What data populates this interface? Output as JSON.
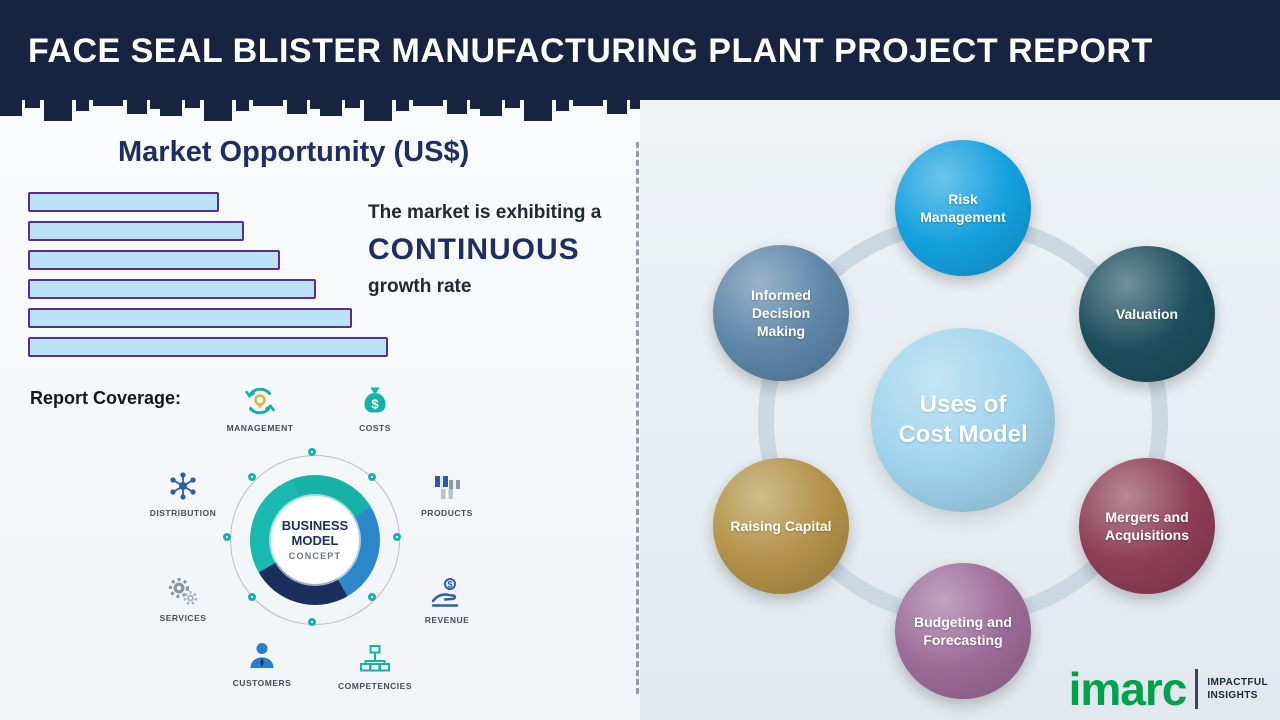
{
  "colors": {
    "header_bg": "#16243f",
    "bar_fill": "#b9e3f5",
    "bar_border": "#5b2d91",
    "ring": "#c9d8e3",
    "logo_green": "#00a14b"
  },
  "header": {
    "title": "FACE SEAL BLISTER MANUFACTURING PLANT PROJECT REPORT"
  },
  "left": {
    "section_title": "Market Opportunity (US$)",
    "growth": {
      "line1": "The market is exhibiting a",
      "emphasis": "CONTINUOUS",
      "line2": "growth rate"
    },
    "report_coverage_label": "Report Coverage:",
    "business_model": {
      "center_line1": "BUSINESS",
      "center_line2": "MODEL",
      "center_line3": "CONCEPT",
      "items": [
        {
          "label": "MANAGEMENT",
          "icon": "management-cycle-icon"
        },
        {
          "label": "COSTS",
          "icon": "money-bag-icon"
        },
        {
          "label": "DISTRIBUTION",
          "icon": "network-icon"
        },
        {
          "label": "PRODUCTS",
          "icon": "boxes-icon"
        },
        {
          "label": "SERVICES",
          "icon": "gears-icon"
        },
        {
          "label": "REVENUE",
          "icon": "hand-coin-icon"
        },
        {
          "label": "CUSTOMERS",
          "icon": "person-icon"
        },
        {
          "label": "COMPETENCIES",
          "icon": "org-chart-icon"
        }
      ]
    }
  },
  "chart_data": {
    "type": "bar",
    "orientation": "horizontal",
    "title": "Market Opportunity (US$)",
    "categories": [
      "bar1",
      "bar2",
      "bar3",
      "bar4",
      "bar5",
      "bar6"
    ],
    "values": [
      53,
      60,
      70,
      80,
      90,
      100
    ],
    "xlabel": "",
    "ylabel": "",
    "note": "Unlabeled ascending horizontal bars illustrating a continuous market growth rate"
  },
  "right": {
    "center": {
      "line1": "Uses of",
      "line2": "Cost Model",
      "color": "#9fd4ec"
    },
    "nodes": [
      {
        "label": "Risk Management",
        "color": "#14a0df"
      },
      {
        "label": "Valuation",
        "color": "#1c4e5e"
      },
      {
        "label": "Mergers and Acquisitions",
        "color": "#8d3e56"
      },
      {
        "label": "Budgeting and Forecasting",
        "color": "#9c6b99"
      },
      {
        "label": "Raising Capital",
        "color": "#b29247"
      },
      {
        "label": "Informed Decision Making",
        "color": "#5d86a8"
      }
    ]
  },
  "footer": {
    "logo_text": "imarc",
    "tagline_line1": "IMPACTFUL",
    "tagline_line2": "INSIGHTS"
  }
}
